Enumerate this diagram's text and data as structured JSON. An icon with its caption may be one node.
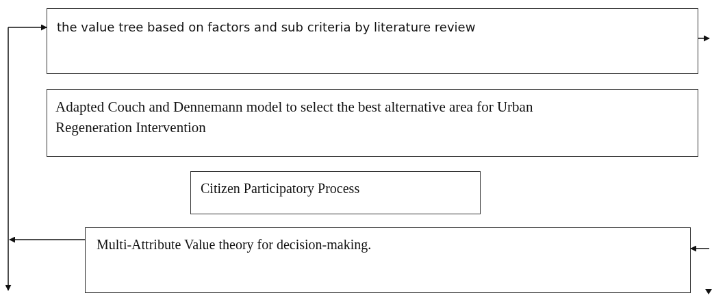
{
  "diagram": {
    "nodes": [
      {
        "text": [
          "the value tree based on factors and sub criteria by literature review"
        ]
      },
      {
        "text": [
          "Adapted Couch and Dennemann model to select the best alternative area for Urban Regeneration Intervention"
        ]
      },
      {
        "text": [
          "Citizen Participatory Process"
        ]
      },
      {
        "text": [
          "Multi-Attribute Value theory for decision-making."
        ]
      }
    ],
    "edges": [
      {
        "from": null,
        "to": 0,
        "arrow": "to"
      },
      {
        "from": 0,
        "to": null,
        "arrow": "to"
      },
      {
        "from": 3,
        "to": null,
        "arrow": "to"
      },
      {
        "from": null,
        "to": 3,
        "arrow": "to"
      }
    ]
  }
}
